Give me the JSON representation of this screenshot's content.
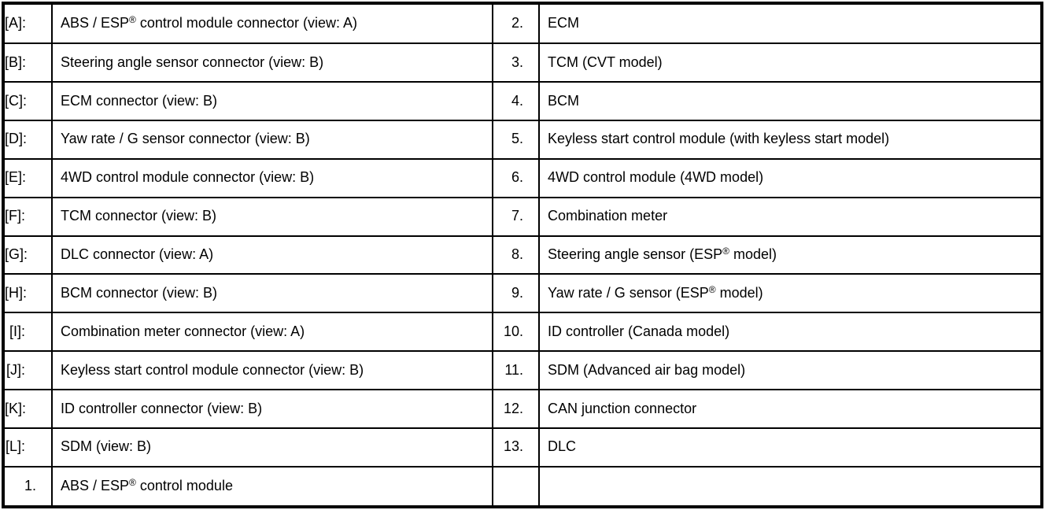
{
  "colors": {
    "text": "#000000",
    "background": "#ffffff",
    "border": "#000000"
  },
  "table": {
    "rows": [
      {
        "label": "[A]:",
        "desc": "ABS / ESP® control module connector (view: A)",
        "num": "2.",
        "item": "ECM"
      },
      {
        "label": "[B]:",
        "desc": "Steering angle sensor connector (view: B)",
        "num": "3.",
        "item": "TCM (CVT model)"
      },
      {
        "label": "[C]:",
        "desc": "ECM connector (view: B)",
        "num": "4.",
        "item": "BCM"
      },
      {
        "label": "[D]:",
        "desc": "Yaw rate / G sensor connector (view: B)",
        "num": "5.",
        "item": "Keyless start control module (with keyless start model)"
      },
      {
        "label": "[E]:",
        "desc": "4WD control module connector (view: B)",
        "num": "6.",
        "item": "4WD control module (4WD model)"
      },
      {
        "label": "[F]:",
        "desc": "TCM connector (view: B)",
        "num": "7.",
        "item": "Combination meter"
      },
      {
        "label": "[G]:",
        "desc": "DLC connector (view: A)",
        "num": "8.",
        "item": "Steering angle sensor (ESP® model)"
      },
      {
        "label": "[H]:",
        "desc": "BCM connector (view: B)",
        "num": "9.",
        "item": "Yaw rate / G sensor (ESP® model)"
      },
      {
        "label": "[I]:",
        "desc": "Combination meter connector (view: A)",
        "num": "10.",
        "item": "ID controller (Canada model)"
      },
      {
        "label": "[J]:",
        "desc": "Keyless start control module connector (view: B)",
        "num": "11.",
        "item": "SDM (Advanced air bag model)"
      },
      {
        "label": "[K]:",
        "desc": "ID controller connector (view: B)",
        "num": "12.",
        "item": "CAN junction connector"
      },
      {
        "label": "[L]:",
        "desc": "SDM (view: B)",
        "num": "13.",
        "item": "DLC"
      },
      {
        "label": "1.",
        "desc": "ABS / ESP® control module",
        "num": "",
        "item": ""
      }
    ]
  }
}
